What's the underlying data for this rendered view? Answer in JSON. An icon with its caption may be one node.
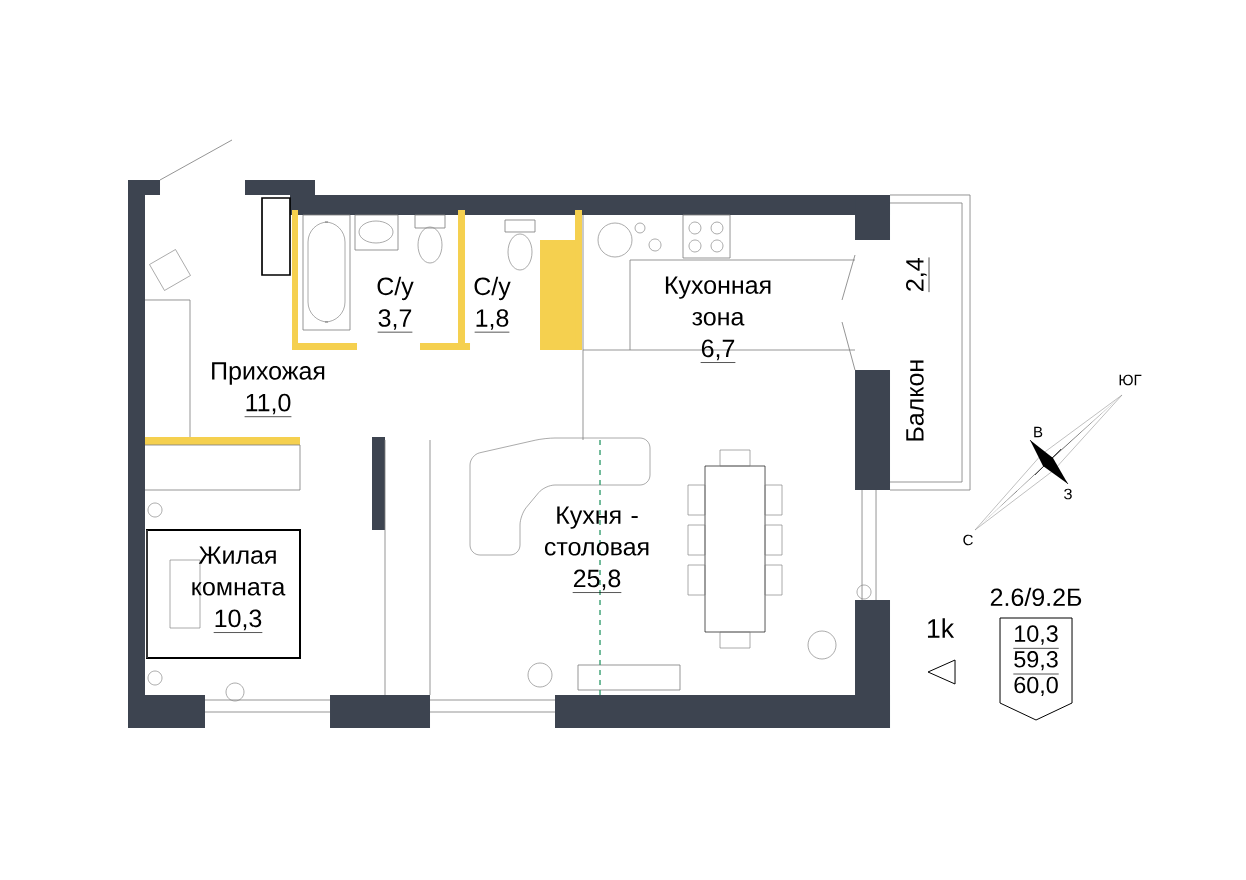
{
  "diagram": {
    "nodes": [
      {
        "text": [
          "Прихожая",
          "11,0"
        ]
      },
      {
        "text": [
          "С/у",
          "3,7"
        ]
      },
      {
        "text": [
          "С/у",
          "1,8"
        ]
      },
      {
        "text": [
          "Кухонная зона",
          "6,7"
        ]
      },
      {
        "text": [
          "Балкон",
          "2,4"
        ]
      },
      {
        "text": [
          "Жилая комната",
          "10,3"
        ]
      },
      {
        "text": [
          "Кухня - столовая",
          "25,8"
        ]
      },
      {
        "text": [
          "10,3",
          "59,3",
          "60,0"
        ],
        "beside": [
          "2.6/9.2Б"
        ]
      }
    ],
    "labels": [
      "ЮГ",
      "В",
      "З",
      "С",
      "1k"
    ]
  }
}
